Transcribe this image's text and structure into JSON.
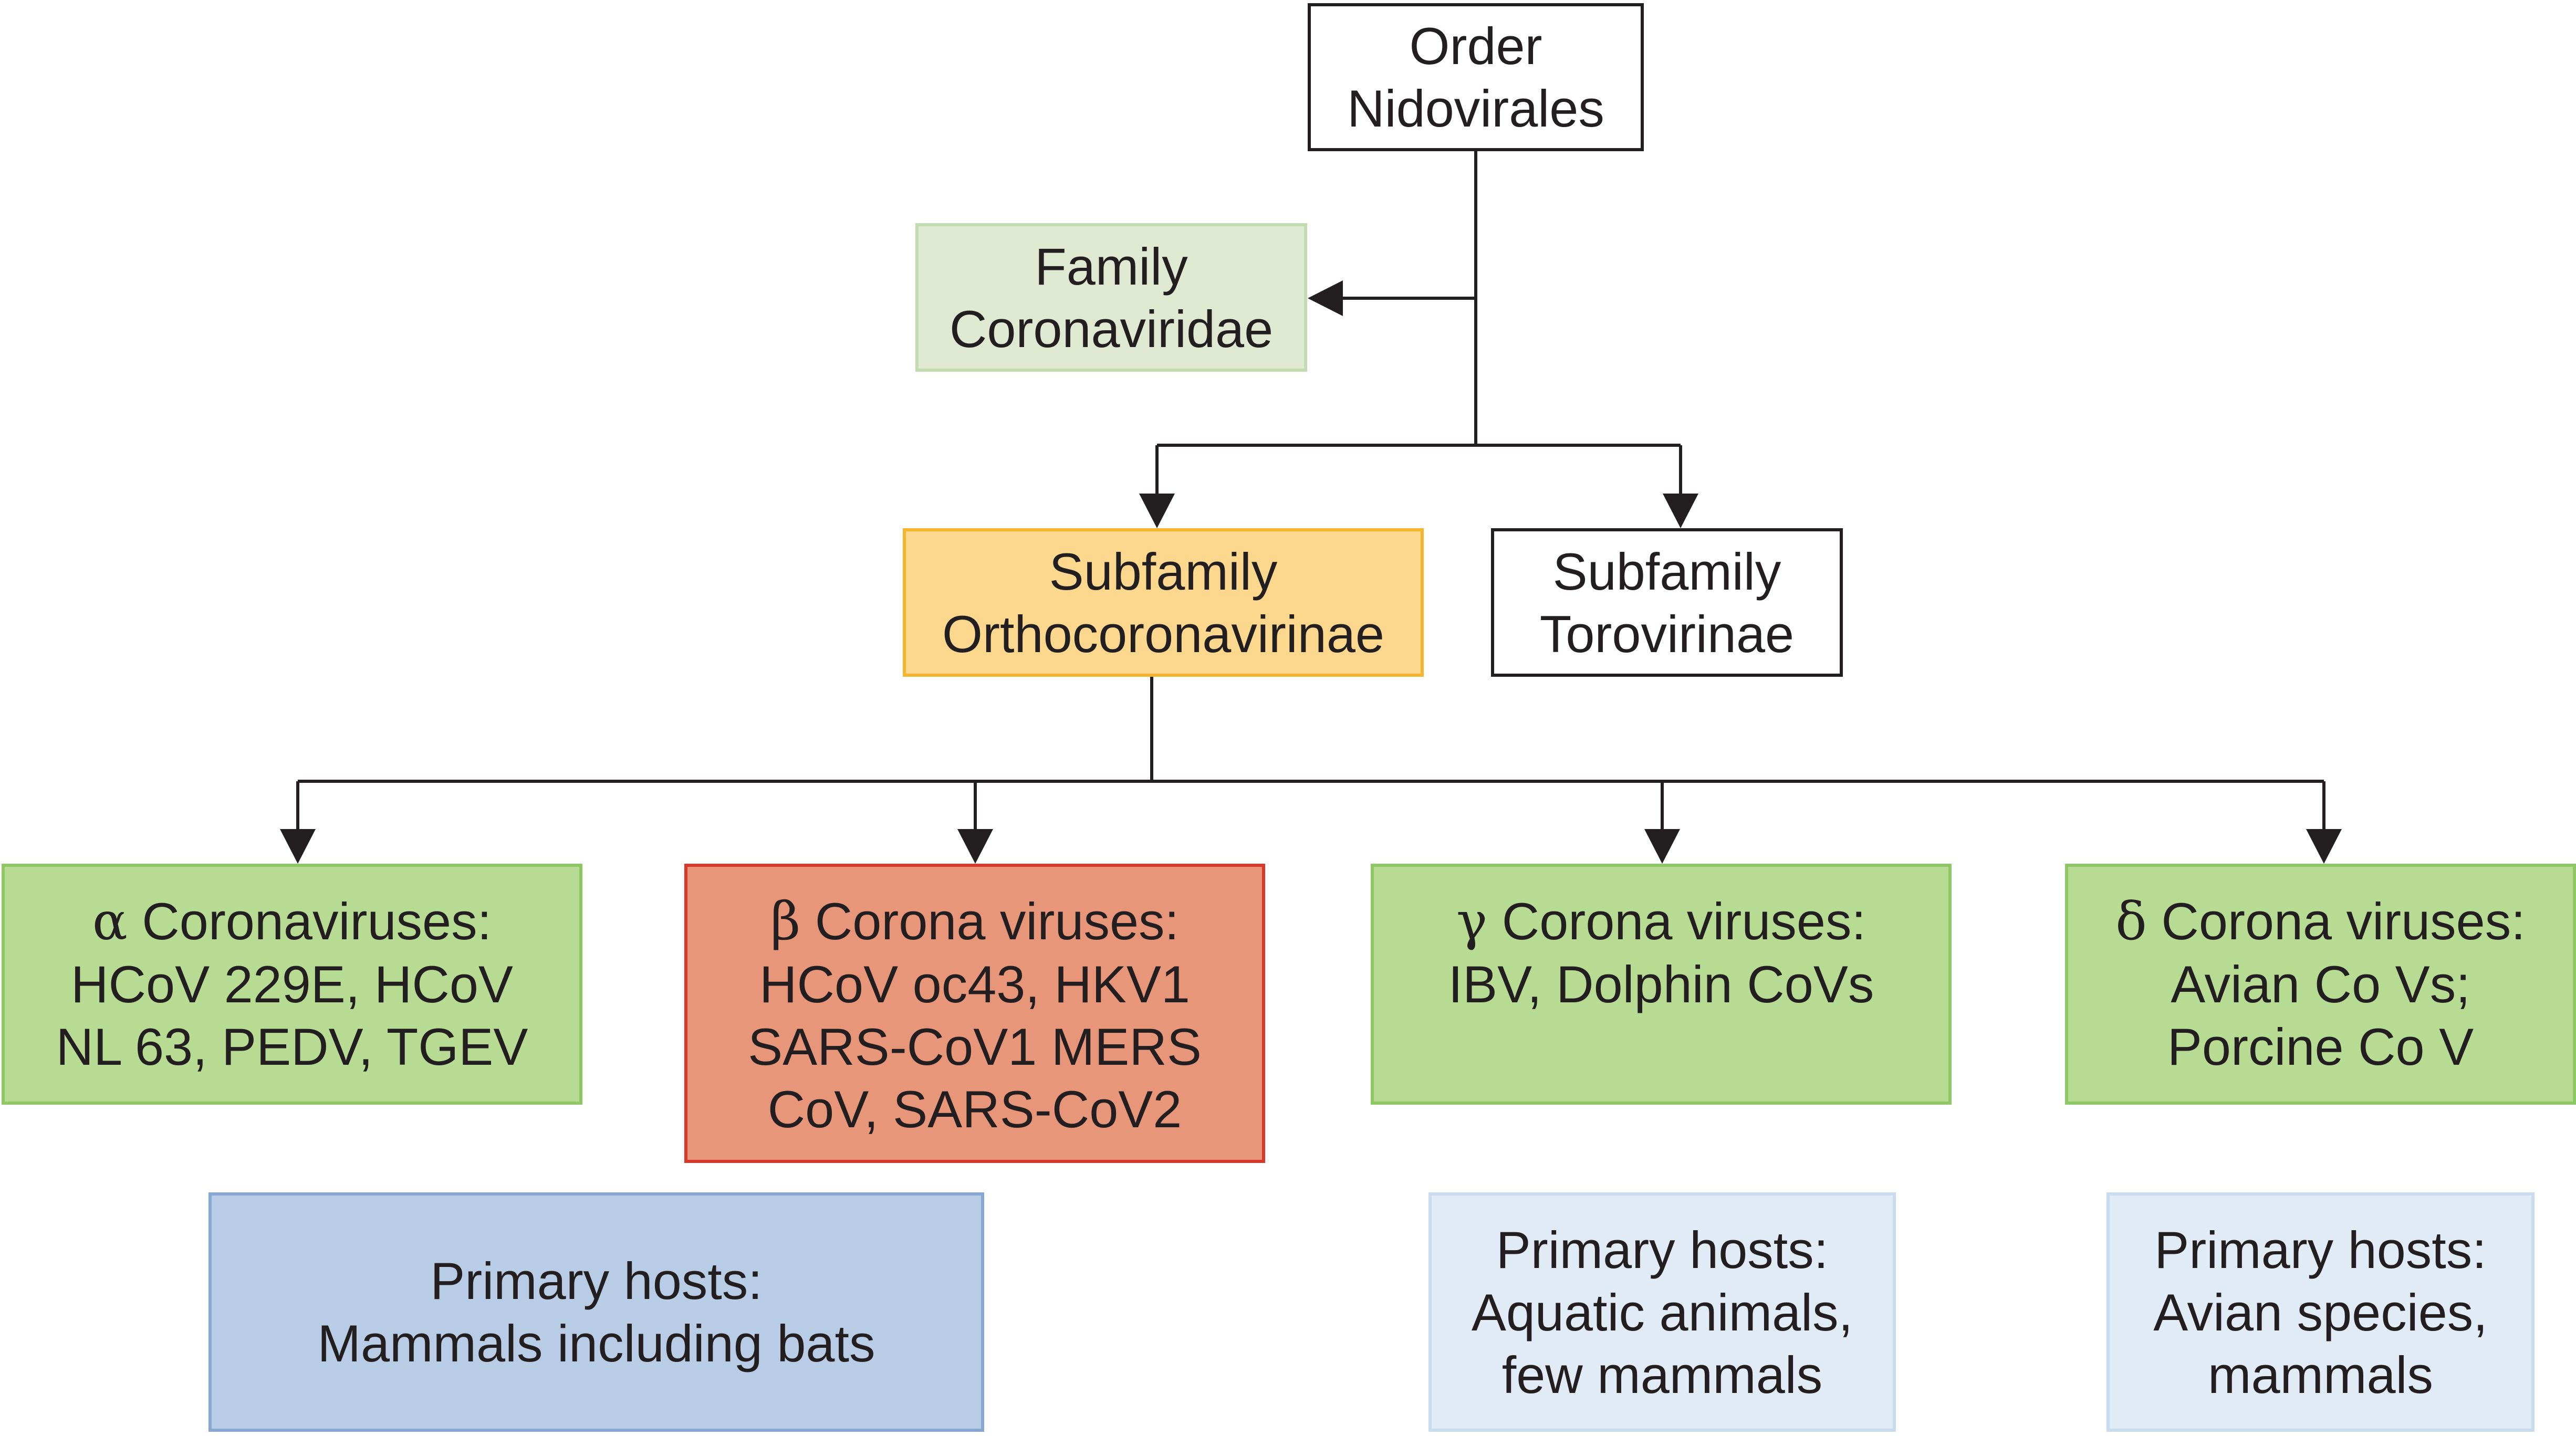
{
  "order": {
    "lines": [
      "Order",
      "Nidovirales"
    ]
  },
  "family": {
    "lines": [
      "Family",
      "Coronaviridae"
    ]
  },
  "subfamily_ortho": {
    "lines": [
      "Subfamily",
      "Orthocoronavirinae"
    ]
  },
  "subfamily_toro": {
    "lines": [
      "Subfamily",
      "Torovirinae"
    ]
  },
  "alpha": {
    "symbol": "α",
    "heading": " Coronaviruses:",
    "lines": [
      "HCoV 229E, HCoV",
      "NL 63, PEDV, TGEV"
    ]
  },
  "beta": {
    "symbol": "β",
    "heading": " Corona viruses:",
    "lines": [
      "HCoV oc43, HKV1",
      "SARS-CoV1 MERS",
      "CoV, SARS-CoV2"
    ]
  },
  "gamma": {
    "symbol": "γ",
    "heading": " Corona viruses:",
    "lines": [
      "IBV, Dolphin CoVs"
    ]
  },
  "delta": {
    "symbol": "δ",
    "heading": " Corona viruses:",
    "lines": [
      "Avian Co Vs;",
      "Porcine Co V"
    ]
  },
  "hosts": {
    "mammals": [
      "Primary hosts:",
      "Mammals including bats"
    ],
    "aquatic": [
      "Primary hosts:",
      "Aquatic animals,",
      "few mammals"
    ],
    "avian": [
      "Primary hosts:",
      "Avian species,",
      "mammals"
    ]
  },
  "colors": {
    "line": "#231f20",
    "family_fill": "#dfe9d1",
    "ortho_fill": "#fcd88f",
    "genus_fill": "#b8db94",
    "beta_fill": "#e8967a",
    "host_mammals_fill": "#b9cce6",
    "host_light_fill": "#e1ebf6"
  }
}
